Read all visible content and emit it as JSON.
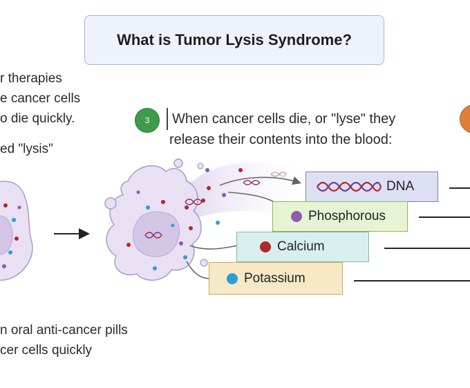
{
  "title": "What is Tumor Lysis Syndrome?",
  "left_text": {
    "line1": "r therapies",
    "line2": "e cancer cells",
    "line3": "o die quickly.",
    "lysis": "ed \"lysis\""
  },
  "step": {
    "number": "3",
    "line1": "When cancer cells die, or \"lyse\" they",
    "line2": "release their contents into the blood:"
  },
  "contents": [
    {
      "label": "DNA",
      "fill": "#dde0f3",
      "border": "#7b7fa8",
      "marker": "dna-helix"
    },
    {
      "label": "Phosphorous",
      "fill": "#e7f4d3",
      "border": "#8ab65a",
      "marker": "#8c5bb0"
    },
    {
      "label": "Calcium",
      "fill": "#d9efee",
      "border": "#7fb6b3",
      "marker": "#b3262b"
    },
    {
      "label": "Potassium",
      "fill": "#f7e9c5",
      "border": "#c8a860",
      "marker": "#2a9fd6"
    }
  ],
  "bottom_text": {
    "line1": "n oral anti-cancer pills",
    "line2": "cer cells quickly"
  },
  "colors": {
    "cell_fill": "#e9e0f3",
    "cell_stroke": "#a99bc8",
    "nucleus": "#d3c5e6",
    "step_badge": "#3e9b4a",
    "orange_badge": "#e07f3a"
  }
}
